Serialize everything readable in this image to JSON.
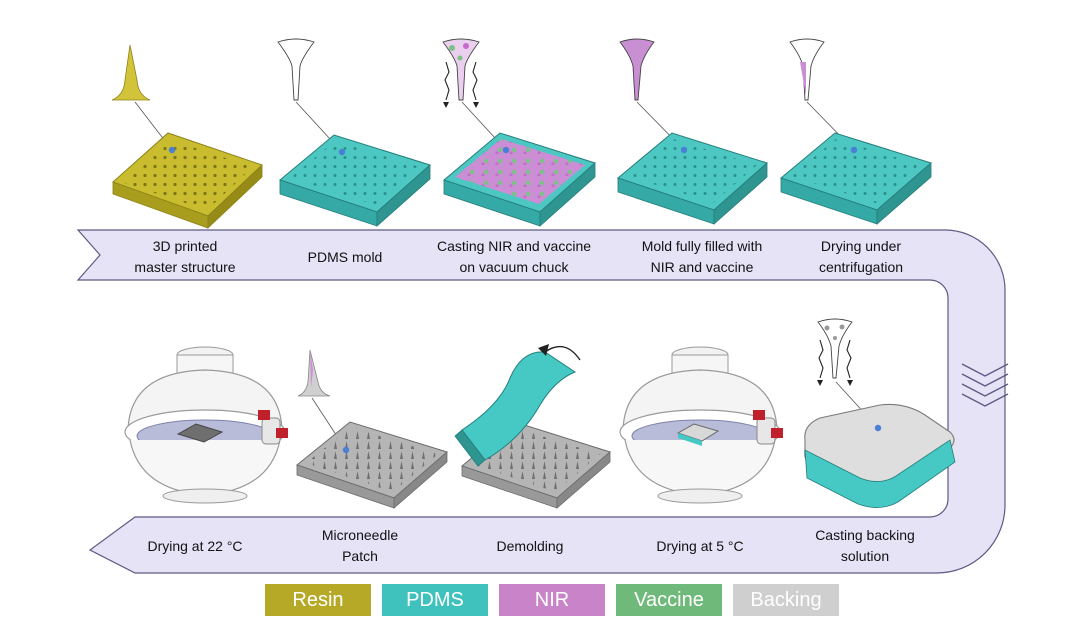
{
  "steps_top": [
    {
      "label": "3D printed\nmaster structure"
    },
    {
      "label": "PDMS mold"
    },
    {
      "label": "Casting NIR and vaccine\non vacuum chuck"
    },
    {
      "label": "Mold fully filled with\nNIR and vaccine"
    },
    {
      "label": "Drying under\ncentrifugation"
    }
  ],
  "steps_bottom": [
    {
      "label": "Drying at 22 °C"
    },
    {
      "label": "Microneedle\nPatch"
    },
    {
      "label": "Demolding"
    },
    {
      "label": "Drying at 5 °C"
    },
    {
      "label": "Casting backing\nsolution"
    }
  ],
  "legend": [
    {
      "label": "Resin",
      "color": "#b7a928"
    },
    {
      "label": "PDMS",
      "color": "#3fc2bd"
    },
    {
      "label": "NIR",
      "color": "#c984c9"
    },
    {
      "label": "Vaccine",
      "color": "#6fba7a"
    },
    {
      "label": "Backing",
      "color": "#cfcfcf"
    }
  ],
  "colors": {
    "arrow_fill": "#e6e3f7",
    "arrow_stroke": "#5d5a82",
    "resin": "#c9bd2f",
    "pdms": "#46c9c4",
    "nir": "#cf8ed6",
    "vaccine": "#7cc287",
    "backing": "#d9d9d9",
    "needle_gray": "#8f8f8f"
  }
}
